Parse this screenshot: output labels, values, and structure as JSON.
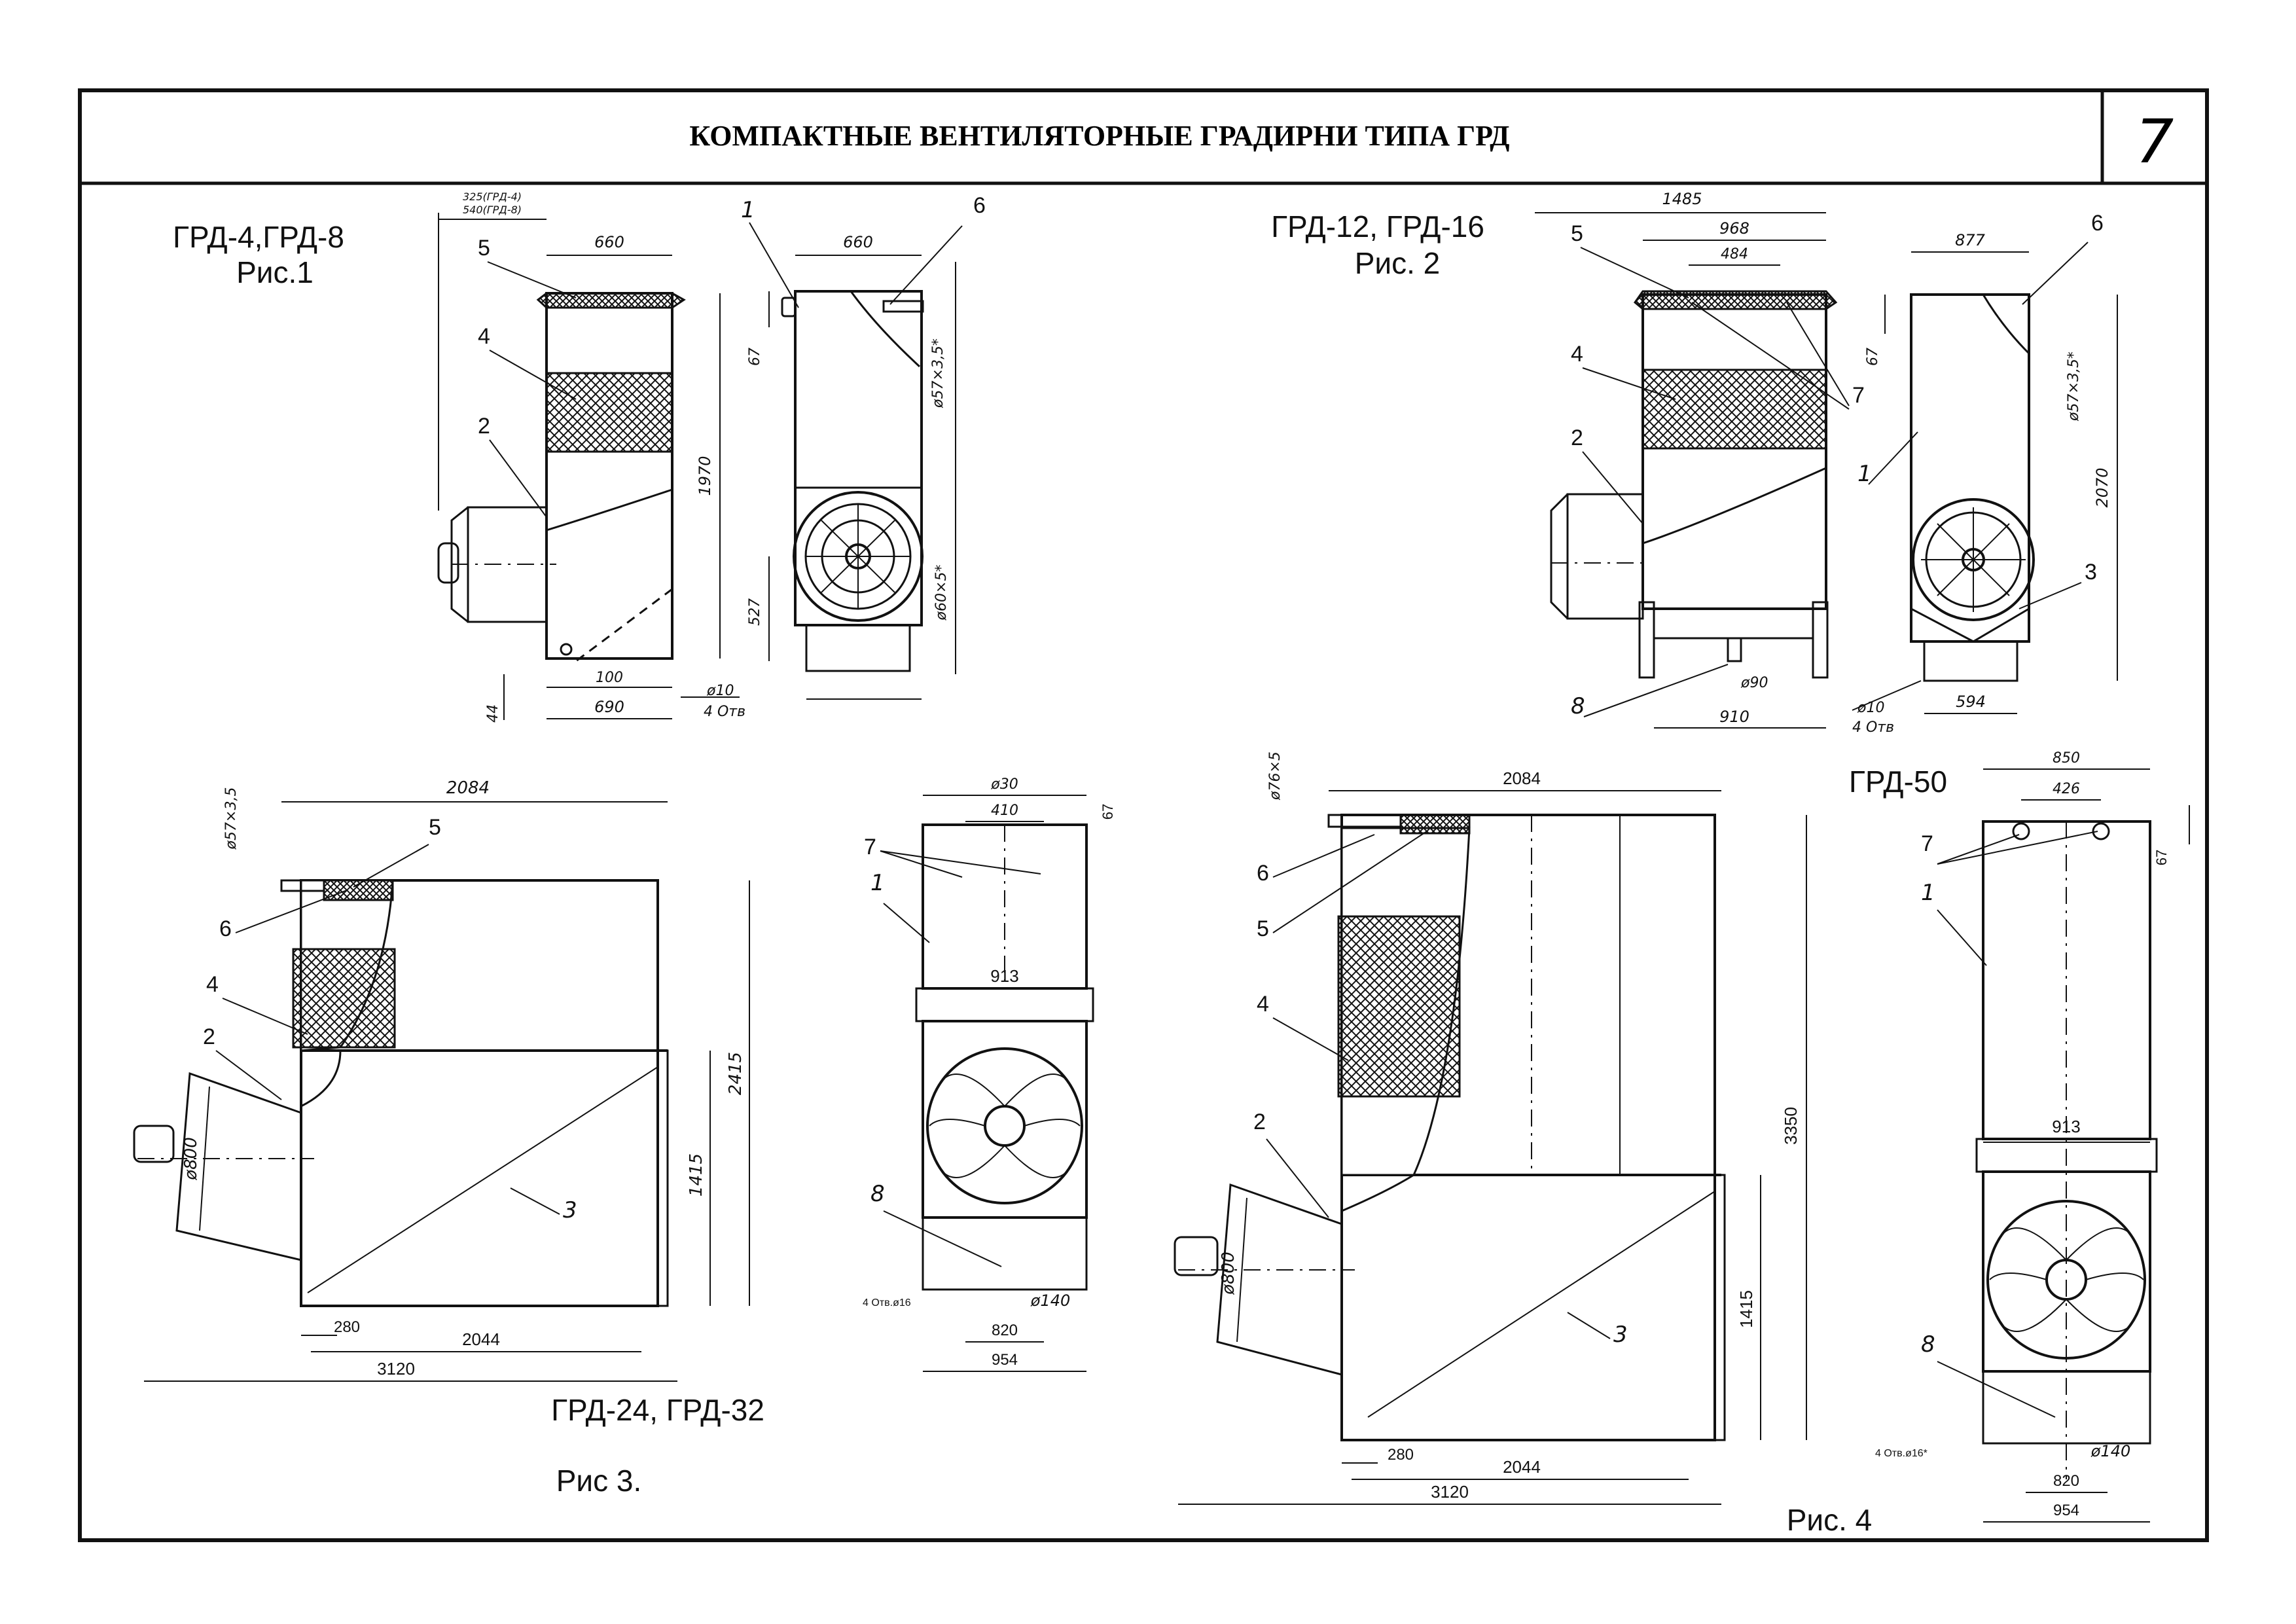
{
  "sheet": {
    "title": "КОМПАКТНЫЕ ВЕНТИЛЯТОРНЫЕ ГРАДИРНИ ТИПА ГРД",
    "page_number": "7"
  },
  "fig1": {
    "caption_models": "ГРД-4,ГРД-8",
    "caption_fig": "Рис.1",
    "dims": {
      "top_a": "325(ГРД-4)",
      "top_b": "540(ГРД-8)",
      "w660a": "660",
      "w660b": "660",
      "h1970": "1970",
      "h67": "67",
      "h527": "527",
      "h44": "44",
      "w100": "100",
      "w690": "690",
      "d10": "ø10",
      "holes": "4 Отв",
      "pipe_in": "ø57×3,5*",
      "pipe_out": "ø60×5*"
    },
    "labels": {
      "n1": "1",
      "n2": "2",
      "n4": "4",
      "n5": "5",
      "n6": "6"
    }
  },
  "fig2": {
    "caption_models": "ГРД-12, ГРД-16",
    "caption_fig": "Рис. 2",
    "dims": {
      "w1485": "1485",
      "w968": "968",
      "w484": "484",
      "w877": "877",
      "h67": "67",
      "h2070": "2070",
      "pipe_in": "ø57×3,5*",
      "d90": "ø90",
      "w910": "910",
      "w594": "594",
      "d10": "ø10",
      "holes": "4 Отв"
    },
    "labels": {
      "n1": "1",
      "n2": "2",
      "n3": "3",
      "n4": "4",
      "n5": "5",
      "n6": "6",
      "n7": "7",
      "n8": "8"
    }
  },
  "fig3": {
    "caption_models": "ГРД-24, ГРД-32",
    "caption_fig": "Рис 3.",
    "dims": {
      "w2084": "2084",
      "pipe_in": "ø57×3,5",
      "h2415": "2415",
      "h1415": "1415",
      "d800": "ø800",
      "w280": "280",
      "w2044": "2044",
      "w3120": "3120",
      "d630": "ø30",
      "w410": "410",
      "h67": "67",
      "w913": "913",
      "d140": "ø140",
      "w820": "820",
      "w954": "954",
      "holes": "4 Отв.ø16"
    },
    "labels": {
      "n1": "1",
      "n2": "2",
      "n3": "3",
      "n4": "4",
      "n5": "5",
      "n6": "6",
      "n7": "7",
      "n8": "8"
    }
  },
  "fig4": {
    "caption_models": "ГРД-50",
    "caption_fig": "Рис. 4",
    "dims": {
      "pipe_in": "ø76×5",
      "w2084": "2084",
      "h3350": "3350",
      "h1415": "1415",
      "d800": "ø800",
      "w280": "280",
      "w2044": "2044",
      "w3120": "3120",
      "w850": "850",
      "w426": "426",
      "h67": "67",
      "w913": "913",
      "d140": "ø140",
      "w820": "820",
      "w954": "954",
      "holes": "4 Отв.ø16*"
    },
    "labels": {
      "n1": "1",
      "n2": "2",
      "n3": "3",
      "n4": "4",
      "n5": "5",
      "n6": "6",
      "n7": "7",
      "n8": "8"
    }
  }
}
